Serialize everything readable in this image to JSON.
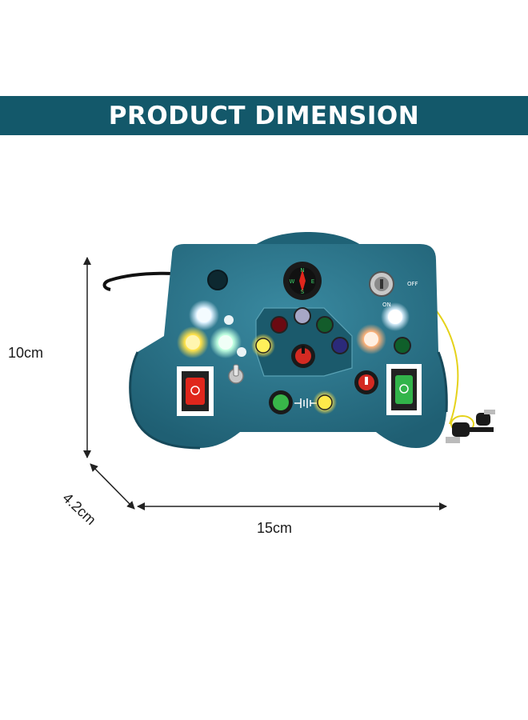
{
  "banner": {
    "title": "PRODUCT DIMENSION",
    "background": "#13586a"
  },
  "dimensions": {
    "height_label": "10cm",
    "width_label": "15cm",
    "depth_label": "4.2cm"
  },
  "product": {
    "switch_labels": {
      "off": "OFF",
      "on": "ON"
    },
    "compass_letters": [
      "N",
      "E",
      "S",
      "W"
    ],
    "body_color": "#2b7289"
  }
}
